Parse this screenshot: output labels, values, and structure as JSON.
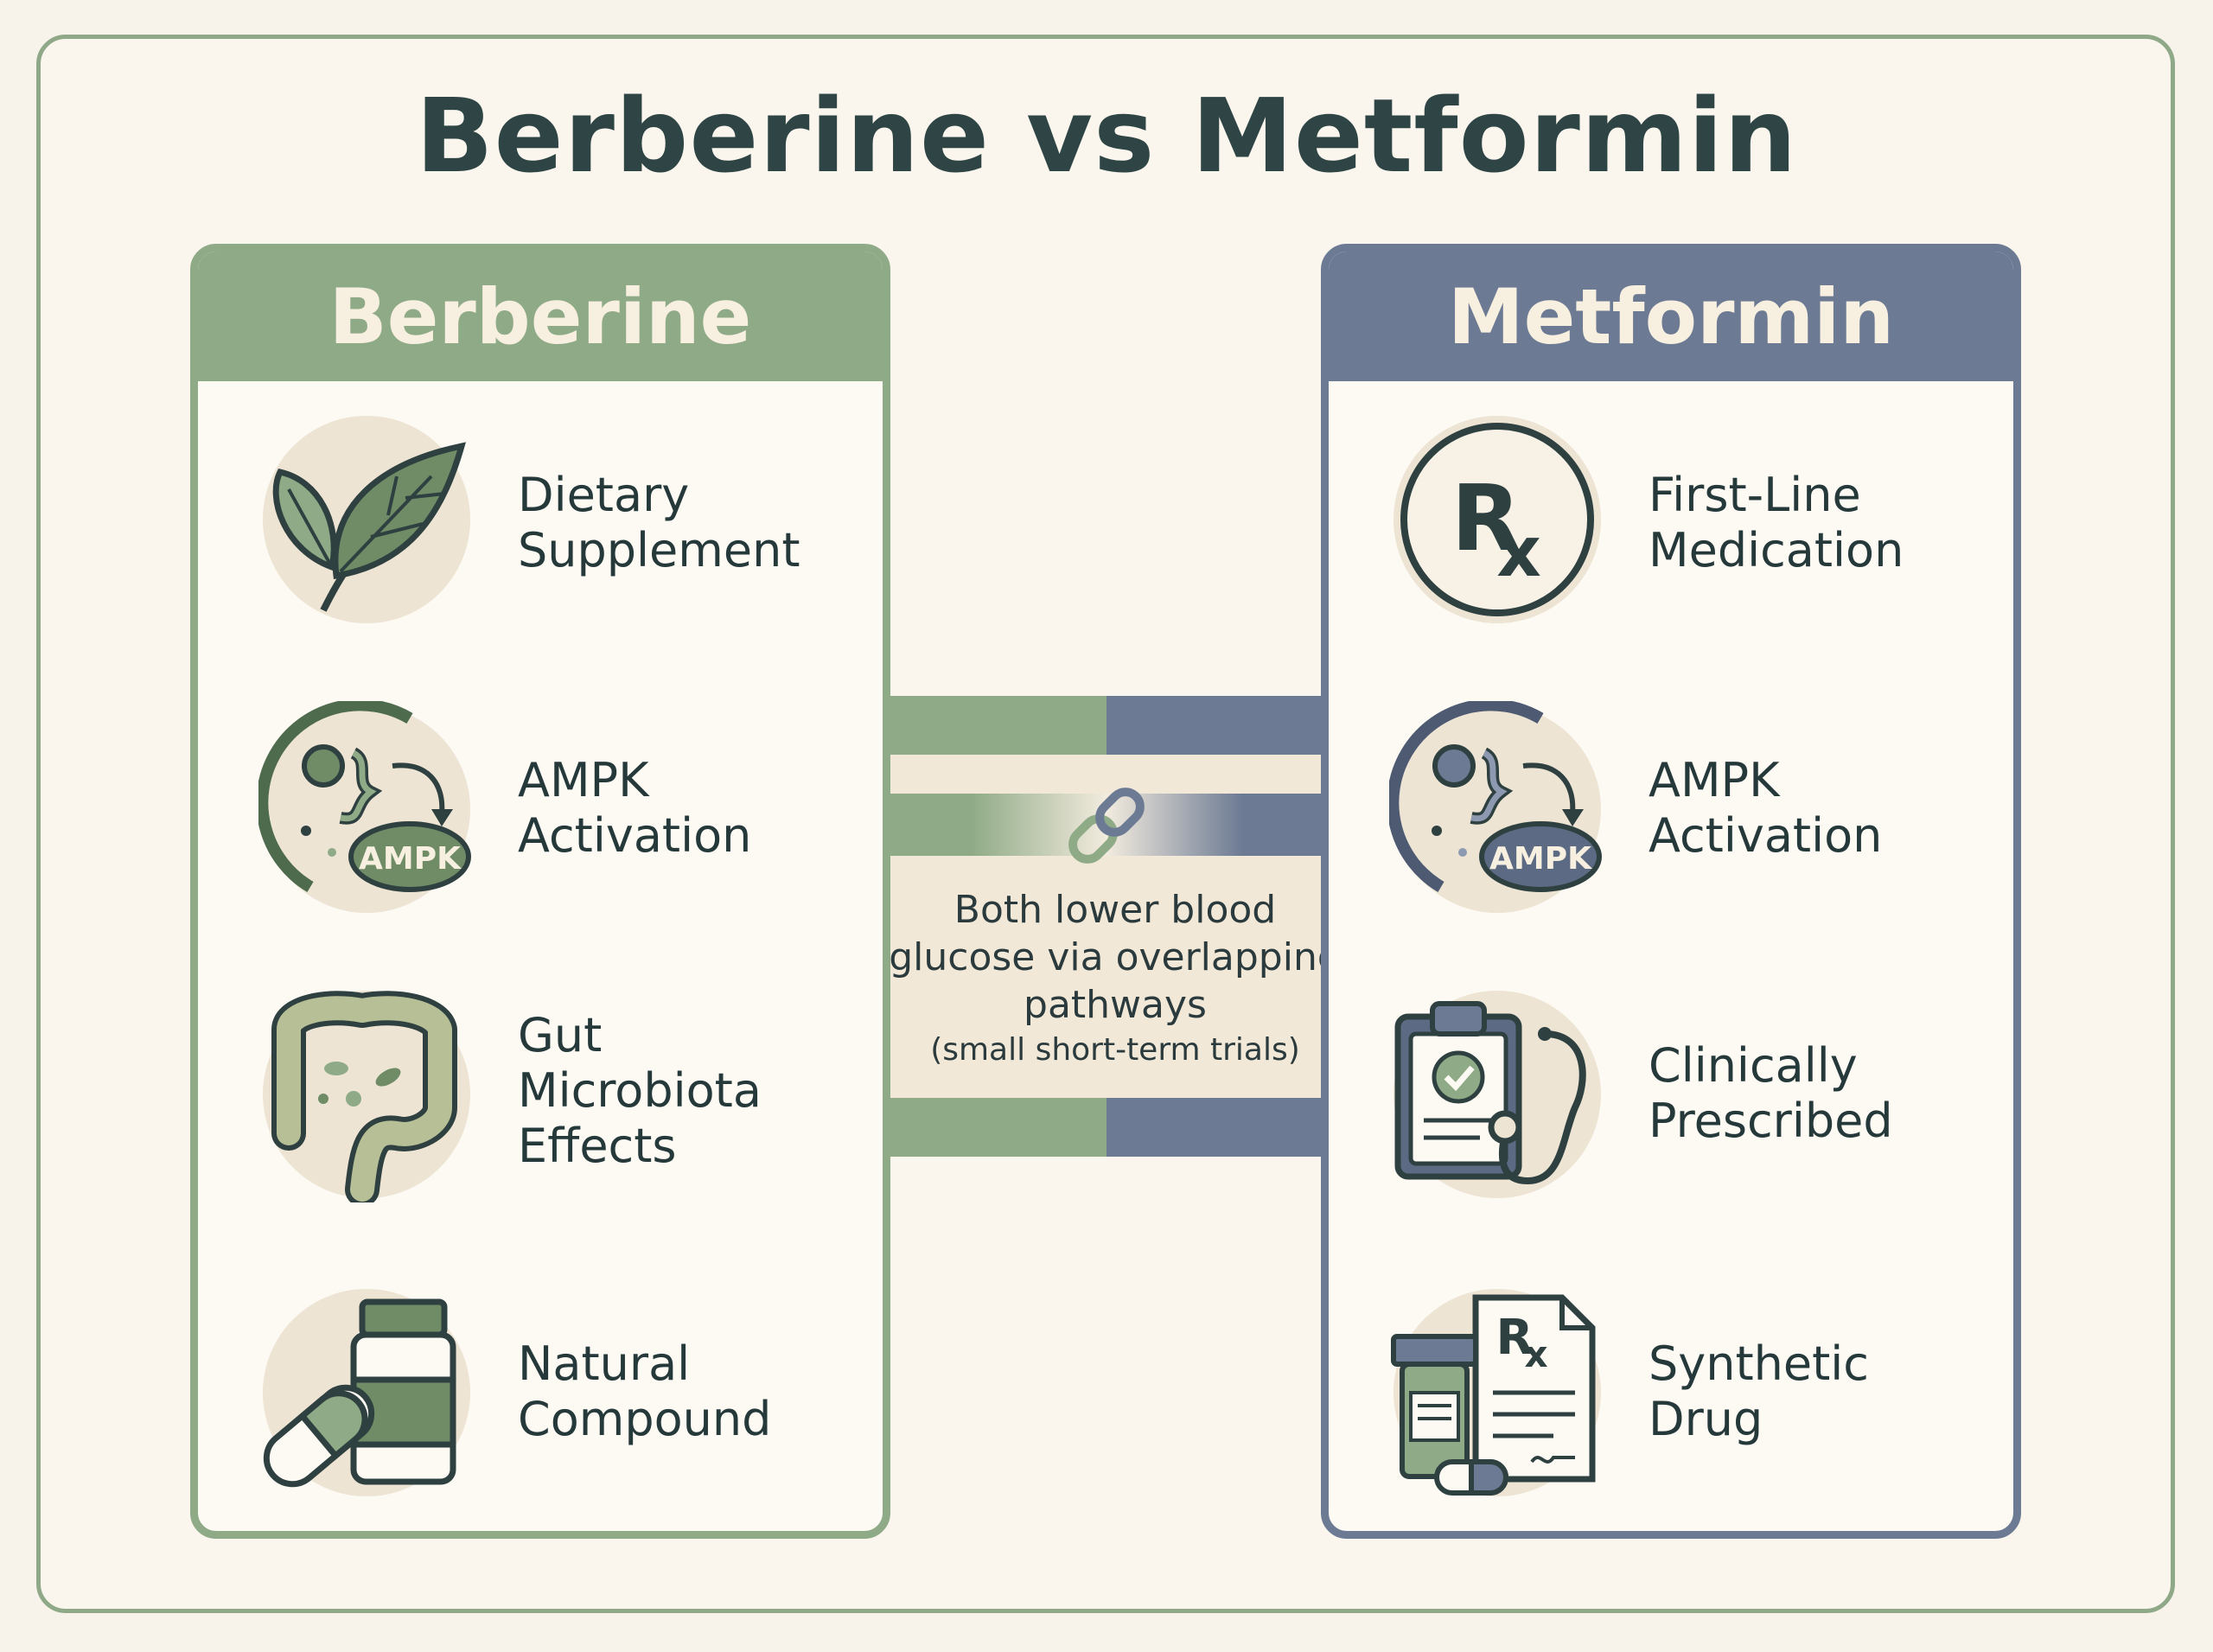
{
  "title": "Berberine vs Metformin",
  "left_panel": {
    "header": "Berberine",
    "color": "#8faa86",
    "items": [
      {
        "label": "Dietary\nSupplement",
        "icon": "leaf-icon"
      },
      {
        "label": "AMPK\nActivation",
        "icon": "ampk-cell-icon",
        "badge": "AMPK"
      },
      {
        "label": "Gut\nMicrobiota\nEffects",
        "icon": "intestine-icon"
      },
      {
        "label": "Natural\nCompound",
        "icon": "capsule-bottle-icon"
      }
    ]
  },
  "right_panel": {
    "header": "Metformin",
    "color": "#6c7a93",
    "items": [
      {
        "label": "First-Line\nMedication",
        "icon": "rx-icon"
      },
      {
        "label": "AMPK\nActivation",
        "icon": "ampk-cell-icon",
        "badge": "AMPK"
      },
      {
        "label": "Clinically\nPrescribed",
        "icon": "clipboard-stethoscope-icon"
      },
      {
        "label": "Synthetic\nDrug",
        "icon": "prescription-pills-icon"
      }
    ]
  },
  "center": {
    "text": "Both lower blood glucose via overlapping pathways",
    "note": "(small short-term trials)",
    "icon": "link-icon"
  }
}
